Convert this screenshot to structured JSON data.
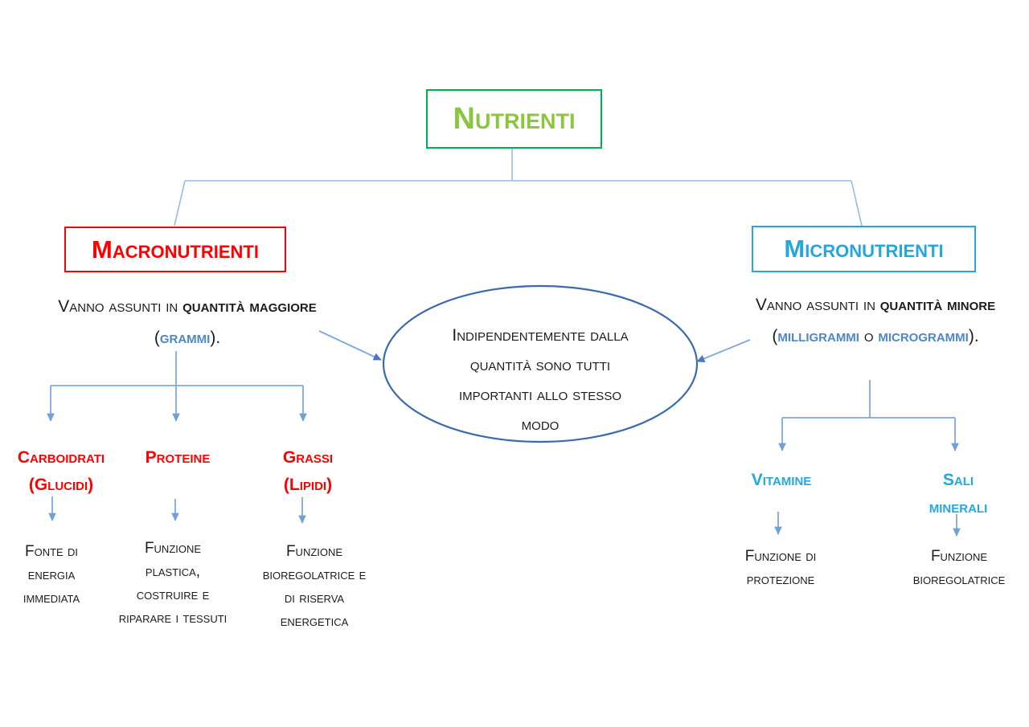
{
  "colors": {
    "green_border": "#00B050",
    "green_text": "#8CC63E",
    "red": "#FF0000",
    "cyan": "#24A7E0",
    "unit_blue": "#4E86C8",
    "tree_line": "#95BCE4",
    "arrow_line": "#7FA8DC",
    "arrowhead_light": "#6FA0D8",
    "arrowhead_dark": "#4878BE",
    "ellipse_border": "#3A6BAE",
    "ink": "#1C1C1C"
  },
  "root": {
    "label": "Nutrienti"
  },
  "macro": {
    "label": "Macronutrienti",
    "note": {
      "intro": "Vanno assunti in ",
      "quantity": "quantità maggiore",
      "open_paren": " (",
      "unit": "grammi",
      "close_paren": ")."
    },
    "children": [
      {
        "label_lines": [
          "Carboidrati",
          "(Glucidi)"
        ],
        "description_lines": [
          "Fonte di",
          "energia",
          "immediata"
        ]
      },
      {
        "label_lines": [
          "Proteine"
        ],
        "description_lines": [
          "Funzione",
          "plastica,",
          "costruire e",
          "riparare i tessuti"
        ]
      },
      {
        "label_lines": [
          "Grassi",
          "(Lipidi)"
        ],
        "description_lines": [
          "Funzione",
          "bioregolatrice e",
          "di riserva",
          "energetica"
        ]
      }
    ]
  },
  "micro": {
    "label": "Micronutrienti",
    "note": {
      "intro": "Vanno assunti in ",
      "quantity": "quantità minore",
      "open_paren": " (",
      "unit1": "milligrammi",
      "conjunction": " o ",
      "unit2": "microgrammi",
      "close_paren": ")."
    },
    "children": [
      {
        "label_lines": [
          "Vitamine"
        ],
        "description_lines": [
          "Funzione di",
          "protezione"
        ]
      },
      {
        "label_lines": [
          "Sali",
          "minerali"
        ],
        "description_lines": [
          "Funzione",
          "bioregolatrice"
        ]
      }
    ]
  },
  "center_note": {
    "lines": [
      "Indipendentemente dalla",
      "quantità sono tutti",
      "importanti allo stesso",
      "modo"
    ]
  }
}
